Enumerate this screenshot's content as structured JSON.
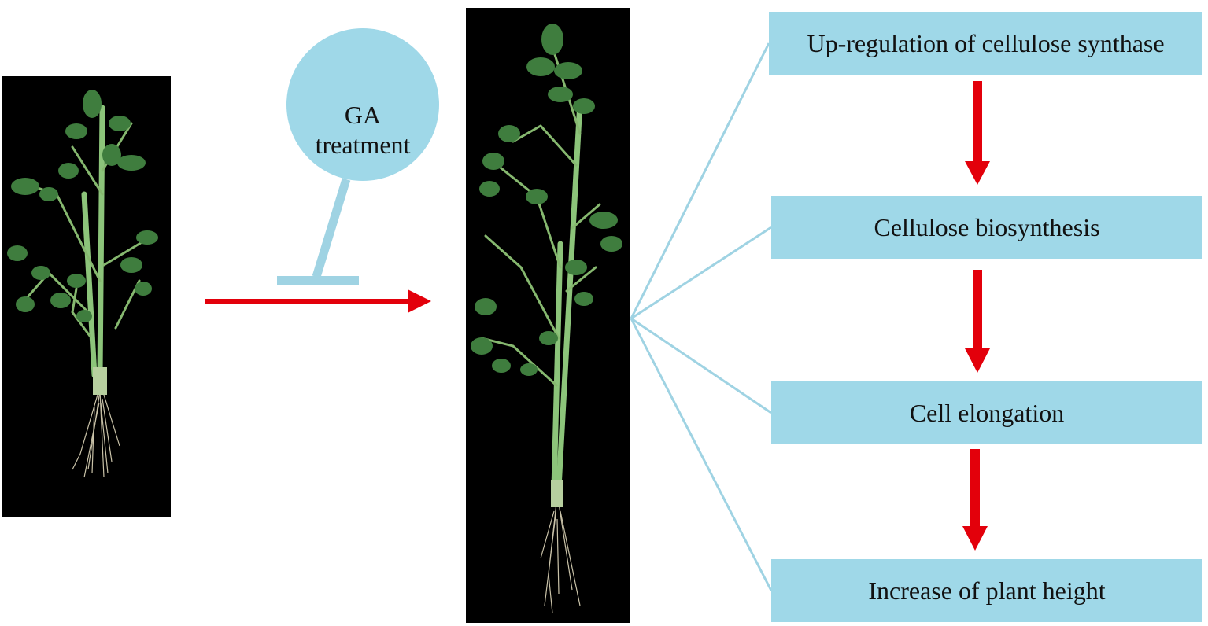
{
  "treatment": {
    "line1": "GA",
    "line2": "treatment"
  },
  "steps": [
    {
      "label": "Up-regulation of cellulose synthase"
    },
    {
      "label": "Cellulose biosynthesis"
    },
    {
      "label": "Cell elongation"
    },
    {
      "label": "Increase of plant height"
    }
  ],
  "colors": {
    "box_fill": "#9fd8e8",
    "connector": "#9fd3e3",
    "arrow": "#e3000b",
    "photo_background": "#000000",
    "stem": "#8cc47a",
    "leaf": "#3f7d3e"
  }
}
